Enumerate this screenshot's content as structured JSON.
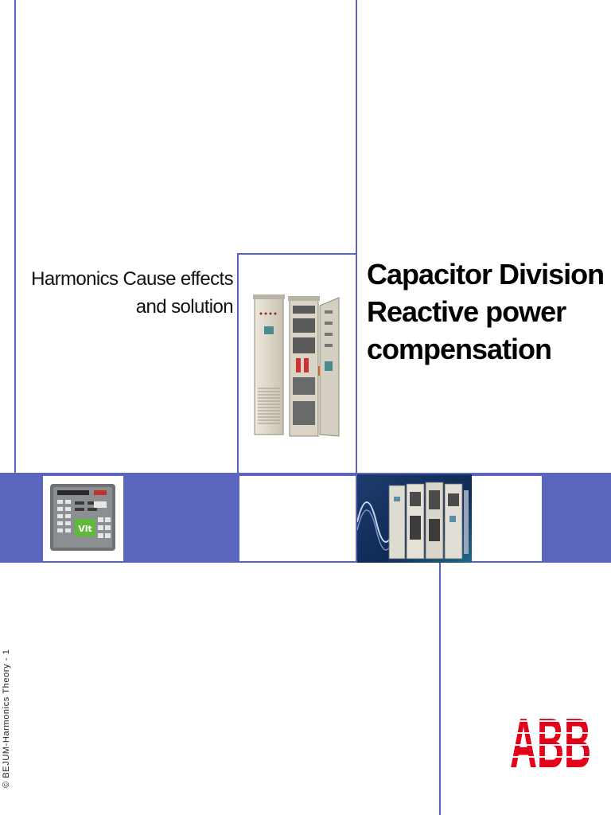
{
  "subtitle": {
    "line1": "Harmonics Cause effects",
    "line2": "and solution"
  },
  "title": {
    "line1": "Capacitor Division",
    "line2": "Reactive power",
    "line3": "compensation"
  },
  "footer": {
    "copyright": "© BEJUM-Harmonics Theory - 1"
  },
  "logo": {
    "text": "ABB"
  },
  "controller": {
    "display_text": "Vlt"
  },
  "colors": {
    "accent": "#5a66bd",
    "logo_red": "#e4021b",
    "cabinet": "#d8d3c4"
  }
}
